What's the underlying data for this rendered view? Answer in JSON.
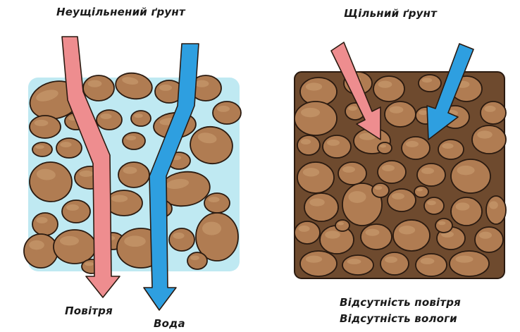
{
  "labels": {
    "loose_soil": "Неущільнений ґрунт",
    "dense_soil": "Щільний ґрунт",
    "air": "Повітря",
    "water": "Вода",
    "no_air": "Відсутність повітря",
    "no_moisture": "Відсутність вологи"
  },
  "colors": {
    "stone_fill": "#b07c52",
    "stone_highlight": "#c8996c",
    "stone_outline": "#2a1a10",
    "dense_matrix": "#6e4a2e",
    "water_background": "#bfe9f2",
    "air_arrow": "#ee8d8f",
    "water_arrow": "#2e9fe0"
  }
}
